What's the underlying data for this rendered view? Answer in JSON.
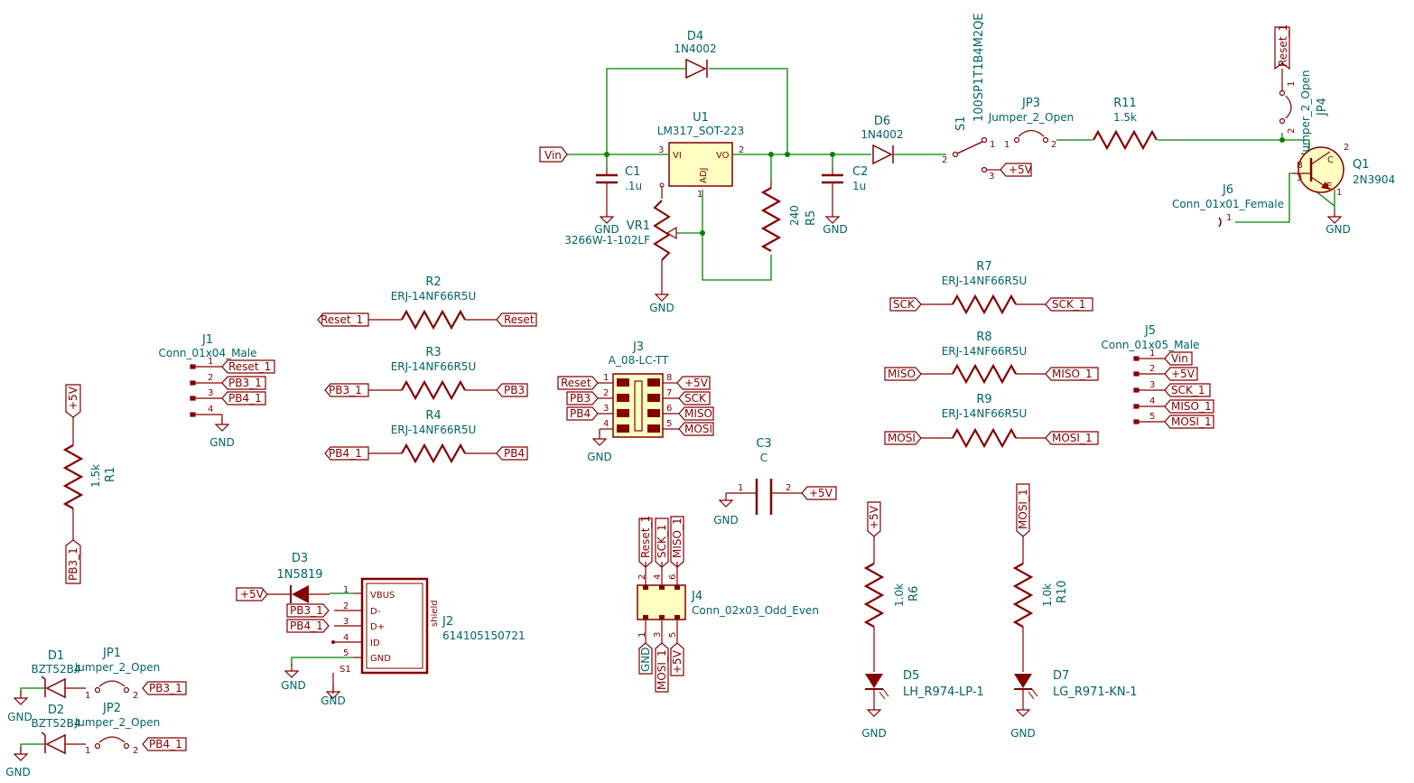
{
  "labels": {
    "vin": "Vin",
    "reset_1": "Reset_1",
    "reset": "Reset",
    "pb3_1": "PB3_1",
    "pb3": "PB3",
    "pb4_1": "PB4_1",
    "pb4": "PB4",
    "sck": "SCK",
    "sck_1": "SCK_1",
    "miso": "MISO",
    "miso_1": "MISO_1",
    "mosi": "MOSI",
    "mosi_1": "MOSI_1",
    "plus5v": "+5V",
    "gnd": "GND"
  },
  "components": {
    "D4": {
      "ref": "D4",
      "value": "1N4002"
    },
    "U1": {
      "ref": "U1",
      "value": "LM317_SOT-223",
      "pin_vi": "VI",
      "pin_vo": "VO",
      "pin_adj": "ADJ"
    },
    "C1": {
      "ref": "C1",
      "value": ".1u"
    },
    "C2": {
      "ref": "C2",
      "value": "1u"
    },
    "D6": {
      "ref": "D6",
      "value": "1N4002"
    },
    "S1": {
      "ref": "S1",
      "value": "100SP1T1B4M2QE"
    },
    "JP3": {
      "ref": "JP3",
      "value": "Jumper_2_Open"
    },
    "R11": {
      "ref": "R11",
      "value": "1.5k"
    },
    "JP4": {
      "ref": "JP4",
      "value": "Jumper_2_Open"
    },
    "Q1": {
      "ref": "Q1",
      "value": "2N3904",
      "pin_b": "B",
      "pin_c": "C",
      "pin_e": "E"
    },
    "J6": {
      "ref": "J6",
      "value": "Conn_01x01_Female"
    },
    "VR1": {
      "ref": "VR1",
      "value": "3266W-1-102LF"
    },
    "R5": {
      "ref": "R5",
      "value": "240"
    },
    "R2": {
      "ref": "R2",
      "value": "ERJ-14NF66R5U"
    },
    "R3": {
      "ref": "R3",
      "value": "ERJ-14NF66R5U"
    },
    "R4": {
      "ref": "R4",
      "value": "ERJ-14NF66R5U"
    },
    "R7": {
      "ref": "R7",
      "value": "ERJ-14NF66R5U"
    },
    "R8": {
      "ref": "R8",
      "value": "ERJ-14NF66R5U"
    },
    "R9": {
      "ref": "R9",
      "value": "ERJ-14NF66R5U"
    },
    "J1": {
      "ref": "J1",
      "value": "Conn_01x04_Male"
    },
    "J3": {
      "ref": "J3",
      "value": "A_08-LC-TT"
    },
    "J5": {
      "ref": "J5",
      "value": "Conn_01x05_Male"
    },
    "R1": {
      "ref": "R1",
      "value": "1.5k"
    },
    "C3": {
      "ref": "C3",
      "value": "C"
    },
    "D3": {
      "ref": "D3",
      "value": "1N5819"
    },
    "J2": {
      "ref": "J2",
      "value": "614105150721",
      "pins": [
        "VBUS",
        "D-",
        "D+",
        "ID",
        "GND"
      ],
      "shield": "shield",
      "s": "S1"
    },
    "J4": {
      "ref": "J4",
      "value": "Conn_02x03_Odd_Even"
    },
    "R6": {
      "ref": "R6",
      "value": "1.0k"
    },
    "R10": {
      "ref": "R10",
      "value": "1.0k"
    },
    "D5": {
      "ref": "D5",
      "value": "LH_R974-LP-1"
    },
    "D7": {
      "ref": "D7",
      "value": "LG_R971-KN-1"
    },
    "D1": {
      "ref": "D1",
      "value": "BZT52B4"
    },
    "D2": {
      "ref": "D2",
      "value": "BZT52B4"
    },
    "JP1": {
      "ref": "JP1",
      "value": "Jumper_2_Open"
    },
    "JP2": {
      "ref": "JP2",
      "value": "Jumper_2_Open"
    }
  },
  "pins": {
    "n1": "1",
    "n2": "2",
    "n3": "3",
    "n4": "4",
    "n5": "5",
    "n6": "6",
    "n7": "7",
    "n8": "8"
  },
  "colors": {
    "wire": "#008400",
    "symbol": "#840000",
    "fill": "#ffffc2",
    "text": "#006464"
  }
}
